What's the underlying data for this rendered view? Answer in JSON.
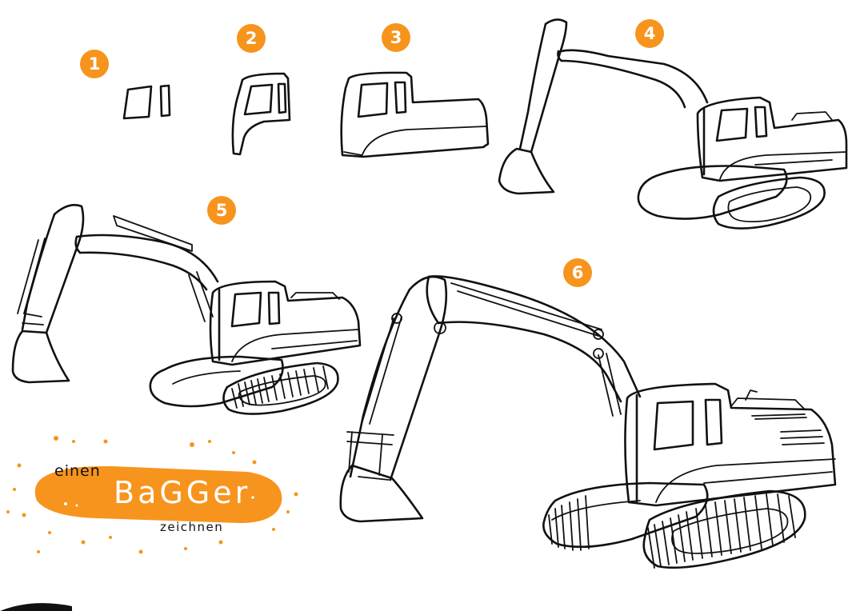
{
  "colors": {
    "accent": "#f7941d",
    "ink": "#111111",
    "background": "#ffffff"
  },
  "steps": [
    "1",
    "2",
    "3",
    "4",
    "5",
    "6"
  ],
  "title": {
    "pre": "einen",
    "main": "BaGGer",
    "post": "zeichnen"
  }
}
